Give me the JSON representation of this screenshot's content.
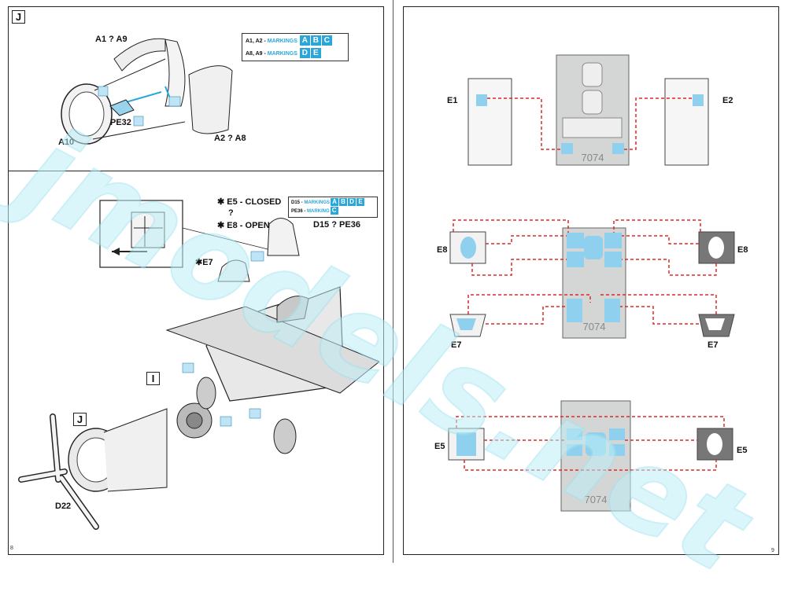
{
  "left_page": {
    "page_number": "8",
    "step_j": {
      "step_letter": "J",
      "parts": [
        "A1",
        "A9",
        "A2",
        "A8",
        "A10",
        "PE32"
      ],
      "markings": [
        {
          "text": "A1, A2 - ",
          "word": "MARKINGS",
          "letters": [
            "A",
            "B",
            "C"
          ]
        },
        {
          "text": "A8, A9 - ",
          "word": "MARKINGS",
          "letters": [
            "D",
            "E"
          ]
        }
      ]
    },
    "assembly": {
      "canopy_closed": "E5 - CLOSED",
      "canopy_open": "E8 - OPEN",
      "e7": "E7",
      "d15": "D15",
      "pe36": "PE36",
      "d22": "D22",
      "callout_j": "J",
      "callout_i": "I",
      "markings": [
        {
          "text": "D15 - ",
          "word": "MARKINGS",
          "letters": [
            "A",
            "B",
            "D",
            "E"
          ]
        },
        {
          "text": "PE36 - ",
          "word": "MARKING",
          "letters": [
            "C"
          ]
        }
      ]
    }
  },
  "right_page": {
    "page_number": "9",
    "mask_code": "7074",
    "labels": {
      "e1": "E1",
      "e2": "E2",
      "e8_left": "E8",
      "e8_right": "E8",
      "e7_left": "E7",
      "e7_right": "E7",
      "e5_left": "E5",
      "e5_right": "E5"
    }
  },
  "watermark": "jmodels.net",
  "colors": {
    "mask_blue": "#8fd0ee",
    "guide_red": "#e02828",
    "marking_blue": "#2aa7d8"
  }
}
